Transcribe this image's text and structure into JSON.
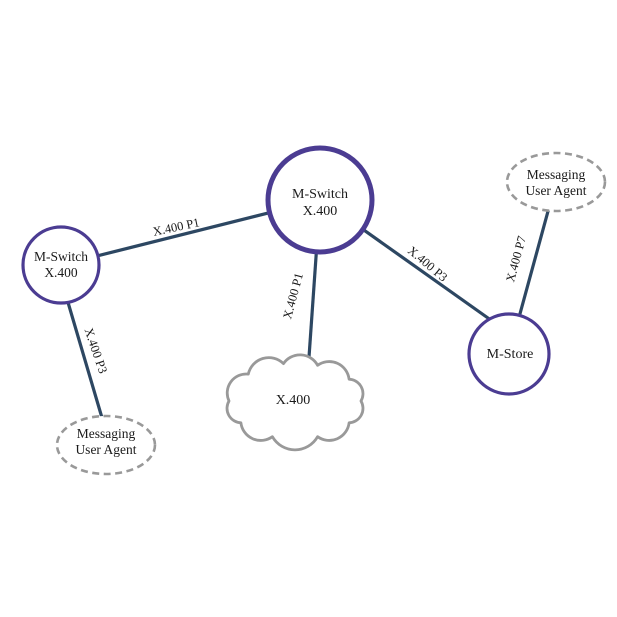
{
  "colors": {
    "node_border": "#4b3c92",
    "edge_line": "#2d4762",
    "dashed_border": "#999999",
    "cloud_border": "#999999",
    "text": "#1a1a1a",
    "background": "#ffffff"
  },
  "diagram": {
    "nodes": [
      {
        "id": "mswitch-center",
        "shape": "circle",
        "lines": [
          "M-Switch",
          "X.400"
        ]
      },
      {
        "id": "mswitch-left",
        "shape": "circle",
        "lines": [
          "M-Switch",
          "X.400"
        ]
      },
      {
        "id": "m-store",
        "shape": "circle",
        "lines": [
          "M-Store"
        ]
      },
      {
        "id": "mua-top-right",
        "shape": "dashed-ellipse",
        "lines": [
          "Messaging",
          "User Agent"
        ]
      },
      {
        "id": "mua-bottom-left",
        "shape": "dashed-ellipse",
        "lines": [
          "Messaging",
          "User Agent"
        ]
      },
      {
        "id": "x400-cloud",
        "shape": "cloud",
        "lines": [
          "X.400"
        ]
      }
    ],
    "edges": [
      {
        "from": "mswitch-left",
        "to": "mswitch-center",
        "label": "X.400 P1"
      },
      {
        "from": "mswitch-center",
        "to": "x400-cloud",
        "label": "X.400 P1"
      },
      {
        "from": "mswitch-center",
        "to": "m-store",
        "label": "X.400 P3"
      },
      {
        "from": "m-store",
        "to": "mua-top-right",
        "label": "X.400 P7"
      },
      {
        "from": "mswitch-left",
        "to": "mua-bottom-left",
        "label": "X.400 P3"
      }
    ]
  }
}
